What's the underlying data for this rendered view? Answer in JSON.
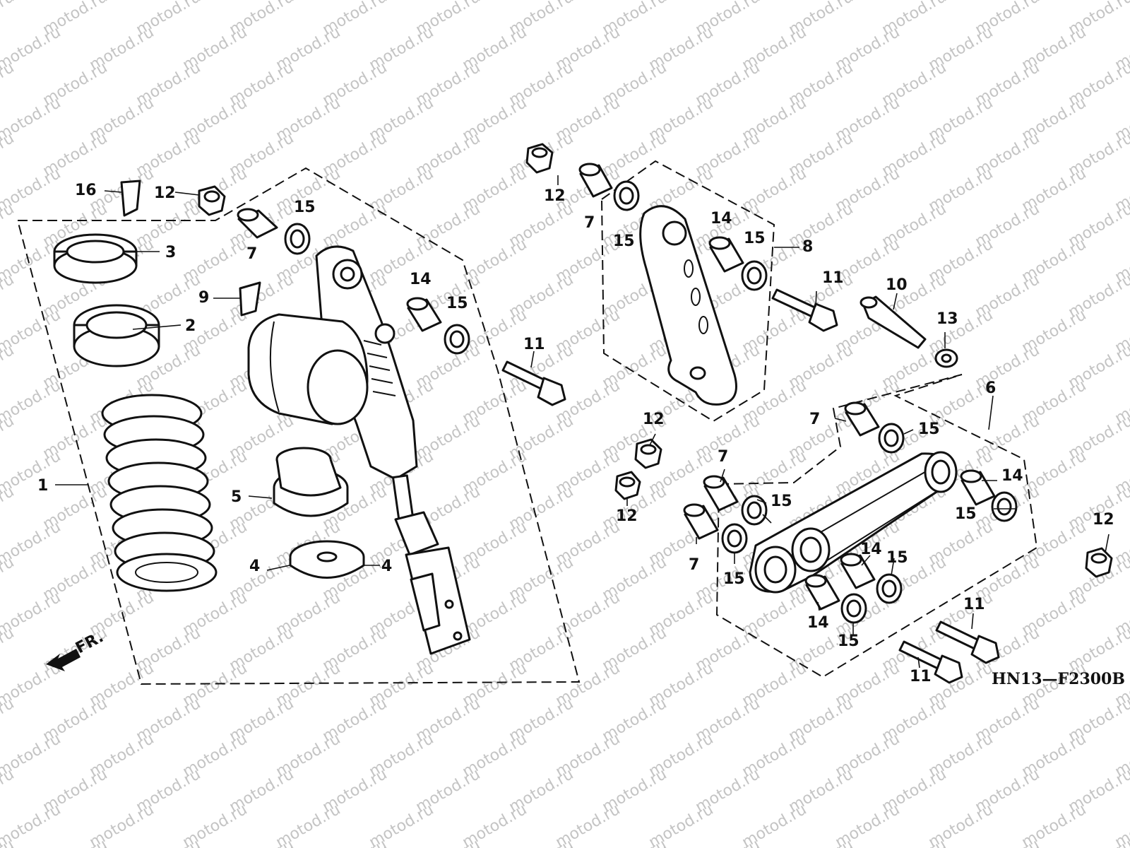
{
  "watermark": "motod.ru",
  "diagram_code": "HN13—F2300B",
  "direction_label": "FR.",
  "callouts": [
    {
      "id": "c1",
      "text": "1"
    },
    {
      "id": "c2",
      "text": "2"
    },
    {
      "id": "c3",
      "text": "3"
    },
    {
      "id": "c4a",
      "text": "4"
    },
    {
      "id": "c4b",
      "text": "4"
    },
    {
      "id": "c5",
      "text": "5"
    },
    {
      "id": "c6",
      "text": "6"
    },
    {
      "id": "c7a",
      "text": "7"
    },
    {
      "id": "c7b",
      "text": "7"
    },
    {
      "id": "c7c",
      "text": "7"
    },
    {
      "id": "c7d",
      "text": "7"
    },
    {
      "id": "c7e",
      "text": "7"
    },
    {
      "id": "c8",
      "text": "8"
    },
    {
      "id": "c9",
      "text": "9"
    },
    {
      "id": "c10",
      "text": "10"
    },
    {
      "id": "c11a",
      "text": "11"
    },
    {
      "id": "c11b",
      "text": "11"
    },
    {
      "id": "c11c",
      "text": "11"
    },
    {
      "id": "c11d",
      "text": "11"
    },
    {
      "id": "c12a",
      "text": "12"
    },
    {
      "id": "c12b",
      "text": "12"
    },
    {
      "id": "c12c",
      "text": "12"
    },
    {
      "id": "c12d",
      "text": "12"
    },
    {
      "id": "c12e",
      "text": "12"
    },
    {
      "id": "c13",
      "text": "13"
    },
    {
      "id": "c14a",
      "text": "14"
    },
    {
      "id": "c14b",
      "text": "14"
    },
    {
      "id": "c14c",
      "text": "14"
    },
    {
      "id": "c14d",
      "text": "14"
    },
    {
      "id": "c14e",
      "text": "14"
    },
    {
      "id": "c15a",
      "text": "15"
    },
    {
      "id": "c15b",
      "text": "15"
    },
    {
      "id": "c15c",
      "text": "15"
    },
    {
      "id": "c15d",
      "text": "15"
    },
    {
      "id": "c15e",
      "text": "15"
    },
    {
      "id": "c15f",
      "text": "15"
    },
    {
      "id": "c15g",
      "text": "15"
    },
    {
      "id": "c15h",
      "text": "15"
    },
    {
      "id": "c15i",
      "text": "15"
    },
    {
      "id": "c15j",
      "text": "15"
    },
    {
      "id": "c16",
      "text": "16"
    }
  ]
}
